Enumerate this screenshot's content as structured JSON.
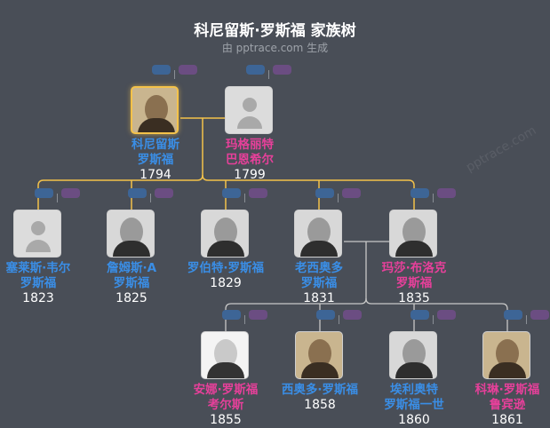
{
  "header": {
    "title": "科尼留斯·罗斯福 家族树",
    "subtitle": "由 pptrace.com 生成"
  },
  "watermark": "pptrace.com",
  "colors": {
    "background": "#494e57",
    "male": "#3a8ee6",
    "female": "#e6409a",
    "selected_line": "#f4c24a",
    "descendant_line": "#c8c8c8"
  },
  "people": [
    {
      "name1": "科尼留斯",
      "name2": "罗斯福",
      "year": "1794",
      "sex": "m",
      "photo": "sepia",
      "selected": true
    },
    {
      "name1": "玛格丽特",
      "name2": "巴恩希尔",
      "year": "1799",
      "sex": "f",
      "photo": "none"
    },
    {
      "name1": "塞莱斯·韦尔",
      "name2": "罗斯福",
      "year": "1823",
      "sex": "m",
      "photo": "none"
    },
    {
      "name1": "詹姆斯·A",
      "name2": "罗斯福",
      "year": "1825",
      "sex": "m",
      "photo": "bw"
    },
    {
      "name1": "罗伯特·罗斯福",
      "name2": "",
      "year": "1829",
      "sex": "m",
      "photo": "bw"
    },
    {
      "name1": "老西奥多",
      "name2": "罗斯福",
      "year": "1831",
      "sex": "m",
      "photo": "bw"
    },
    {
      "name1": "玛莎·布洛克",
      "name2": "罗斯福",
      "year": "1835",
      "sex": "f",
      "photo": "bw"
    },
    {
      "name1": "安娜·罗斯福",
      "name2": "考尔斯",
      "year": "1855",
      "sex": "f",
      "photo": "light"
    },
    {
      "name1": "西奥多·罗斯福",
      "name2": "",
      "year": "1858",
      "sex": "m",
      "photo": "sepia"
    },
    {
      "name1": "埃利奥特",
      "name2": "罗斯福一世",
      "year": "1860",
      "sex": "m",
      "photo": "bw"
    },
    {
      "name1": "科琳·罗斯福",
      "name2": "鲁宾逊",
      "year": "1861",
      "sex": "f",
      "photo": "sepia"
    }
  ],
  "icons": {
    "placeholder": "person-silhouette-icon",
    "father_button": "father-link-icon",
    "mother_button": "mother-link-icon"
  }
}
